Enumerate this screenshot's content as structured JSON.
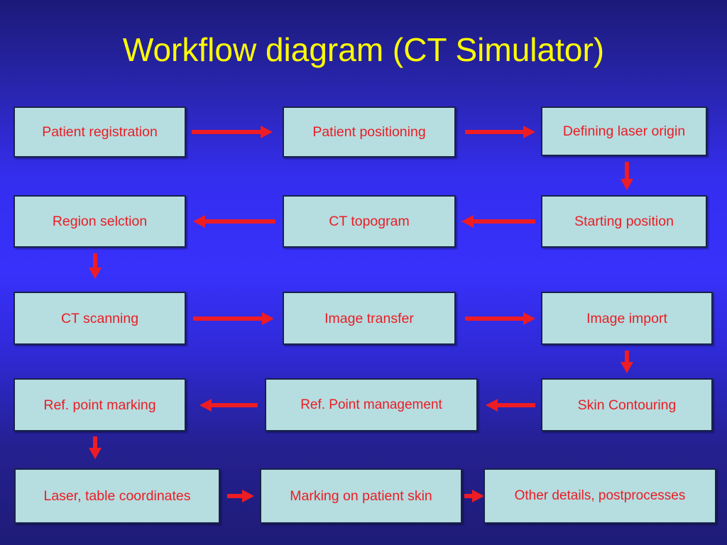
{
  "slide": {
    "title": "Workflow diagram (CT Simulator)",
    "colors": {
      "title_text": "#ffff00",
      "node_fill": "#b6dde0",
      "node_border": "#18234a",
      "node_text": "#ea1d24",
      "arrow": "#ee1c24",
      "background_top": "#1c1a78",
      "background_mid": "#3831fb",
      "background_bottom": "#1e1c78"
    }
  },
  "nodes": [
    {
      "id": "patient-registration",
      "label": "Patient registration"
    },
    {
      "id": "patient-positioning",
      "label": "Patient positioning"
    },
    {
      "id": "defining-laser-origin",
      "label": "Defining laser origin"
    },
    {
      "id": "region-selction",
      "label": "Region selction"
    },
    {
      "id": "ct-topogram",
      "label": "CT topogram"
    },
    {
      "id": "starting-position",
      "label": "Starting position"
    },
    {
      "id": "ct-scanning",
      "label": "CT scanning"
    },
    {
      "id": "image-transfer",
      "label": "Image transfer"
    },
    {
      "id": "image-import",
      "label": "Image import"
    },
    {
      "id": "ref-point-marking",
      "label": "Ref. point marking"
    },
    {
      "id": "ref-point-management",
      "label": "Ref. Point management"
    },
    {
      "id": "skin-contouring",
      "label": "Skin Contouring"
    },
    {
      "id": "laser-table-coordinates",
      "label": "Laser, table coordinates"
    },
    {
      "id": "marking-on-patient-skin",
      "label": "Marking on patient skin"
    },
    {
      "id": "other-details-postprocesses",
      "label": "Other details, postprocesses"
    }
  ],
  "connections": [
    {
      "from": "patient-registration",
      "to": "patient-positioning",
      "direction": "right"
    },
    {
      "from": "patient-positioning",
      "to": "defining-laser-origin",
      "direction": "right"
    },
    {
      "from": "defining-laser-origin",
      "to": "starting-position",
      "direction": "down"
    },
    {
      "from": "starting-position",
      "to": "ct-topogram",
      "direction": "left"
    },
    {
      "from": "ct-topogram",
      "to": "region-selction",
      "direction": "left"
    },
    {
      "from": "region-selction",
      "to": "ct-scanning",
      "direction": "down"
    },
    {
      "from": "ct-scanning",
      "to": "image-transfer",
      "direction": "right"
    },
    {
      "from": "image-transfer",
      "to": "image-import",
      "direction": "right"
    },
    {
      "from": "image-import",
      "to": "skin-contouring",
      "direction": "down"
    },
    {
      "from": "skin-contouring",
      "to": "ref-point-management",
      "direction": "left"
    },
    {
      "from": "ref-point-management",
      "to": "ref-point-marking",
      "direction": "left"
    },
    {
      "from": "ref-point-marking",
      "to": "laser-table-coordinates",
      "direction": "down"
    },
    {
      "from": "laser-table-coordinates",
      "to": "marking-on-patient-skin",
      "direction": "right"
    },
    {
      "from": "marking-on-patient-skin",
      "to": "other-details-postprocesses",
      "direction": "right"
    }
  ]
}
